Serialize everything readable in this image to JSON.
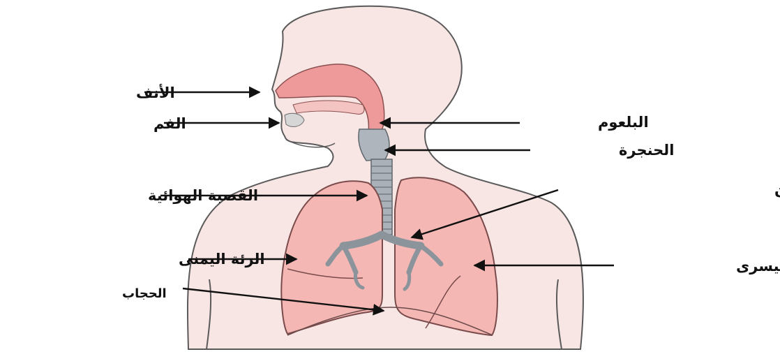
{
  "labels": {
    "nose": "الأنف",
    "mouth": "الفم",
    "pharynx": "البلعوم",
    "larynx": "الحنجرة",
    "trachea": "القصبة الهوائية",
    "bronchi": "الشعبتان الرئويتان",
    "right_lung": "الرئة اليمنى",
    "left_lung": "الرئة اليسرى",
    "diaphragm": "الحجاب"
  },
  "colors": {
    "skin": "#f8e6e4",
    "skin_outline": "#5a5a5a",
    "nasal_cavity": "#ef9a9a",
    "lung_fill": "#f4b7b4",
    "lung_outline": "#7a4b4b",
    "airway": "#9aa3ab",
    "line": "#111111"
  }
}
